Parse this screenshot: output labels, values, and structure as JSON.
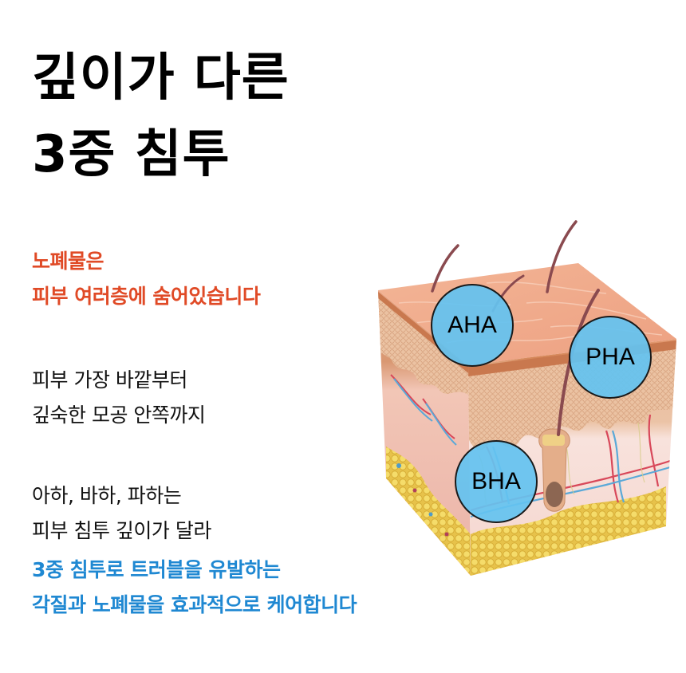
{
  "headline": {
    "lines": [
      "깊이가 다른",
      "3중 침투"
    ]
  },
  "intro": {
    "lines": [
      "노폐물은",
      "피부 여러층에 숨어있습니다"
    ]
  },
  "depth": {
    "lines": [
      "피부 가장 바깥부터",
      "깊숙한 모공 안쪽까지"
    ]
  },
  "acids": {
    "lines": [
      "아하, 바하, 파하는",
      "피부 침투 깊이가 달라"
    ]
  },
  "conclusion": {
    "lines": [
      "3중 침투로 트러블을 유발하는",
      "각질과 노폐물을 효과적으로 케어합니다"
    ]
  },
  "illustration": {
    "description": "skin-layer-cross-section",
    "badges": [
      {
        "label": "AHA",
        "depth": "surface"
      },
      {
        "label": "PHA",
        "depth": "epidermis"
      },
      {
        "label": "BHA",
        "depth": "pore"
      }
    ]
  },
  "colors": {
    "headline": "#000000",
    "intro": "#E04A26",
    "body": "#111111",
    "conclusion": "#1F88D2",
    "badge_fill": "#64C3F0"
  }
}
